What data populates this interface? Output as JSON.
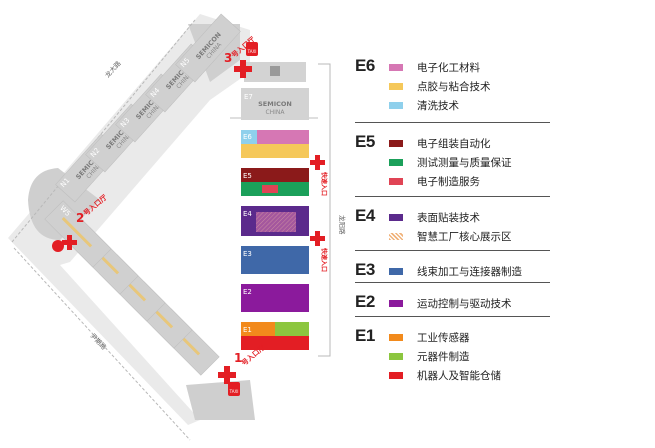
{
  "roads": {
    "top": "龙大路",
    "left": "尹期路",
    "right": "龙阳路"
  },
  "gates": [
    {
      "number": "1",
      "label": "号入口厅",
      "taxi": "TAXI"
    },
    {
      "number": "2",
      "label": "号入口厅",
      "taxi": ""
    },
    {
      "number": "3",
      "label": "号入口厅",
      "taxi": "TAXI"
    }
  ],
  "quick_entrance": "快速入口",
  "semicon_logo": {
    "line1": "SEMICON",
    "line2": "CHINA"
  },
  "halls_north": [
    "N1",
    "N2",
    "N3",
    "N4",
    "N5"
  ],
  "halls_west": [
    "W1",
    "W2",
    "W3",
    "W4",
    "W5"
  ],
  "halls_east": [
    "E1",
    "E2",
    "E3",
    "E4",
    "E5",
    "E6",
    "E7"
  ],
  "legend": [
    {
      "code": "E6",
      "items": [
        {
          "label": "电子化工材料",
          "color": "#d677b4"
        },
        {
          "label": "点胶与粘合技术",
          "color": "#f5c85a"
        },
        {
          "label": "清洗技术",
          "color": "#8fd0ec"
        }
      ]
    },
    {
      "code": "E5",
      "items": [
        {
          "label": "电子组装自动化",
          "color": "#8b1a1a"
        },
        {
          "label": "测试测量与质量保证",
          "color": "#1ba05a"
        },
        {
          "label": "电子制造服务",
          "color": "#e04455"
        }
      ]
    },
    {
      "code": "E4",
      "items": [
        {
          "label": "表面贴装技术",
          "color": "#5b2a8c"
        },
        {
          "label": "智慧工厂核心展示区",
          "color": "#f3c59e"
        }
      ]
    },
    {
      "code": "E3",
      "items": [
        {
          "label": "线束加工与连接器制造",
          "color": "#3f68a8"
        }
      ]
    },
    {
      "code": "E2",
      "items": [
        {
          "label": "运动控制与驱动技术",
          "color": "#8b1a9c"
        }
      ]
    },
    {
      "code": "E1",
      "items": [
        {
          "label": "工业传感器",
          "color": "#f28a1c"
        },
        {
          "label": "元器件制造",
          "color": "#8cc63f"
        },
        {
          "label": "机器人及智能仓储",
          "color": "#e31e24"
        }
      ]
    }
  ]
}
